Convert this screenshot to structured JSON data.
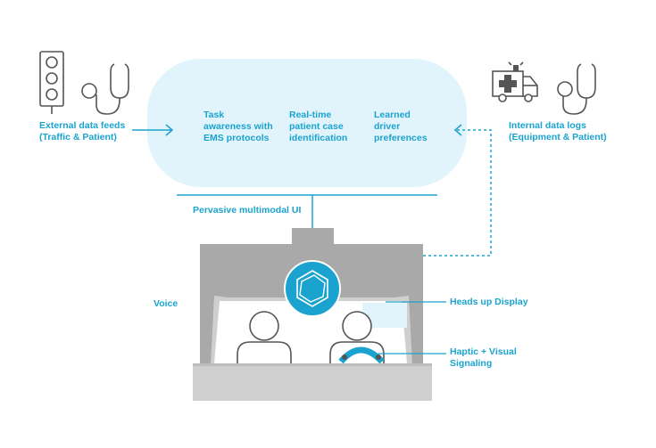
{
  "labels": {
    "external_feeds": "External data feeds\n(Traffic & Patient)",
    "internal_logs": "Internal data logs\n(Equipment & Patient)",
    "pervasive_ui": "Pervasive multimodal UI",
    "voice": "Voice",
    "hud": "Heads up Display",
    "haptic": "Haptic + Visual\nSignaling"
  },
  "cloud": {
    "item1": "Task\nawareness with\nEMS protocols",
    "item2": "Real-time\npatient case\nidentification",
    "item3": "Learned\ndriver\npreferences"
  },
  "colors": {
    "accent": "#1aa3cf",
    "cloud_fill": "#e2f4fb",
    "vehicle_gray": "#cfcfcf",
    "vehicle_dark": "#a9a9a9",
    "icon_gray": "#555555"
  },
  "icons": [
    "traffic-light-icon",
    "stethoscope-icon",
    "ambulance-icon",
    "hexagon-hub-icon"
  ]
}
